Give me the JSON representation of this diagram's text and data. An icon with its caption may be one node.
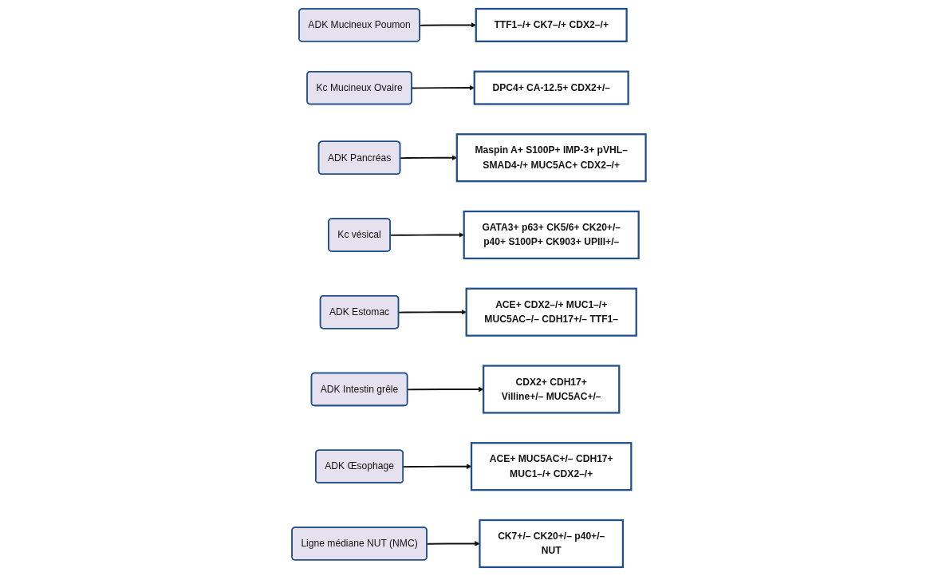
{
  "diagram": {
    "nodes": [
      {
        "text": [
          "ADK Mucineux Poumon"
        ]
      },
      {
        "text": [
          "TTF1–/+ CK7–/+ CDX2–/+"
        ]
      },
      {
        "text": [
          "Kc Mucineux Ovaire"
        ]
      },
      {
        "text": [
          "DPC4+ CA-12.5+ CDX2+/–"
        ]
      },
      {
        "text": [
          "ADK Pancréas"
        ]
      },
      {
        "text": [
          "Maspin A+ S100P+ IMP-3+ pVHL–",
          "SMAD4-/+ MUC5AC+ CDX2–/+"
        ]
      },
      {
        "text": [
          "Kc vésical"
        ]
      },
      {
        "text": [
          "GATA3+ p63+ CK5/6+ CK20+/–",
          "p40+ S100P+ CK903+ UPIII+/–"
        ]
      },
      {
        "text": [
          "ADK Estomac"
        ]
      },
      {
        "text": [
          "ACE+ CDX2–/+ MUC1–/+",
          "MUC5AC–/– CDH17+/– TTF1–"
        ]
      },
      {
        "text": [
          "ADK Intestin grêle"
        ]
      },
      {
        "text": [
          "CDX2+ CDH17+",
          "Villine+/– MUC5AC+/–"
        ]
      },
      {
        "text": [
          "ADK Œsophage"
        ]
      },
      {
        "text": [
          "ACE+ MUC5AC+/– CDH17+",
          "MUC1–/+ CDX2–/+"
        ]
      },
      {
        "text": [
          "Ligne médiane NUT (NMC)"
        ]
      },
      {
        "text": [
          "CK7+/– CK20+/– p40+/–",
          "NUT"
        ]
      }
    ],
    "edges": [
      {
        "from": 0,
        "to": 1,
        "arrow": "to"
      },
      {
        "from": 2,
        "to": 3,
        "arrow": "to"
      },
      {
        "from": 4,
        "to": 5,
        "arrow": "to"
      },
      {
        "from": 6,
        "to": 7,
        "arrow": "to"
      },
      {
        "from": 8,
        "to": 9,
        "arrow": "to"
      },
      {
        "from": 10,
        "to": 11,
        "arrow": "to"
      },
      {
        "from": 12,
        "to": 13,
        "arrow": "to"
      },
      {
        "from": 14,
        "to": 15,
        "arrow": "to"
      }
    ]
  }
}
